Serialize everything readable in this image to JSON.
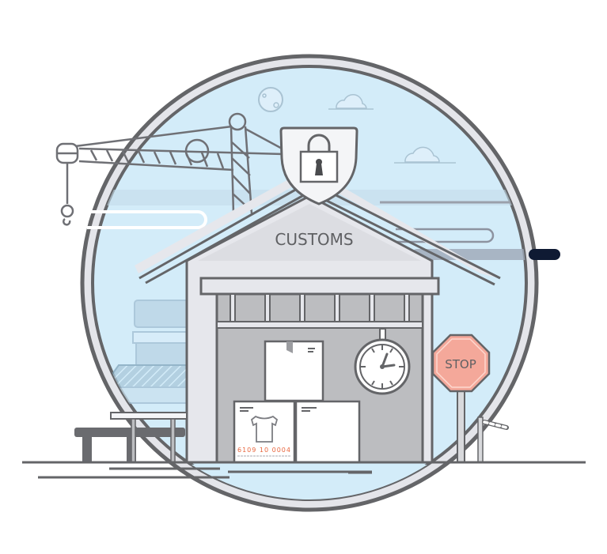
{
  "illustration": {
    "subject": "customs warehouse",
    "building_sign": "CUSTOMS",
    "stop_sign": "STOP",
    "box_code": "6109 10 0004",
    "icons": [
      "padlock-icon",
      "shield-icon",
      "clock-icon",
      "tshirt-icon",
      "crane-icon",
      "moon-icon",
      "cloud-icon",
      "stop-sign-icon"
    ],
    "clock_time": "2:05"
  },
  "colors": {
    "sky": "#d3ecf9",
    "ring": "#e4e5ea",
    "outline": "#646568",
    "wall": "#e6e7ec",
    "interior": "#bcbdc0",
    "stop_fill": "#f4a89a",
    "code_text": "#e8663e",
    "box": "#ffffff",
    "navy": "#0f1a33"
  }
}
